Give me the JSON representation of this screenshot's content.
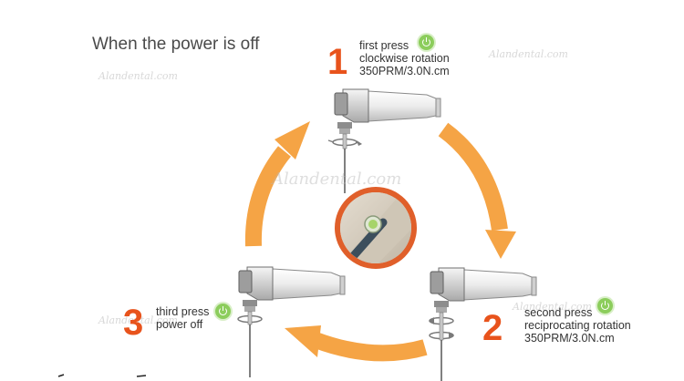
{
  "heading": "When the power is off",
  "steps": [
    {
      "number": "1",
      "line1": "first press",
      "line2": "clockwise rotation",
      "line3": "350PRM/3.0N.cm"
    },
    {
      "number": "2",
      "line1": "second press",
      "line2": "reciprocating  rotation",
      "line3": "350PRM/3.0N.cm"
    },
    {
      "number": "3",
      "line1": "third press",
      "line2": "power off"
    }
  ],
  "watermark": "Alandental.com",
  "colors": {
    "arrow": "#f5a445",
    "step_number": "#e8531c",
    "power_button": "#8ccd5c"
  },
  "icons": [
    "power-button-icon",
    "handpiece-icon",
    "endo-file-icon",
    "cycle-arrow-icon"
  ]
}
